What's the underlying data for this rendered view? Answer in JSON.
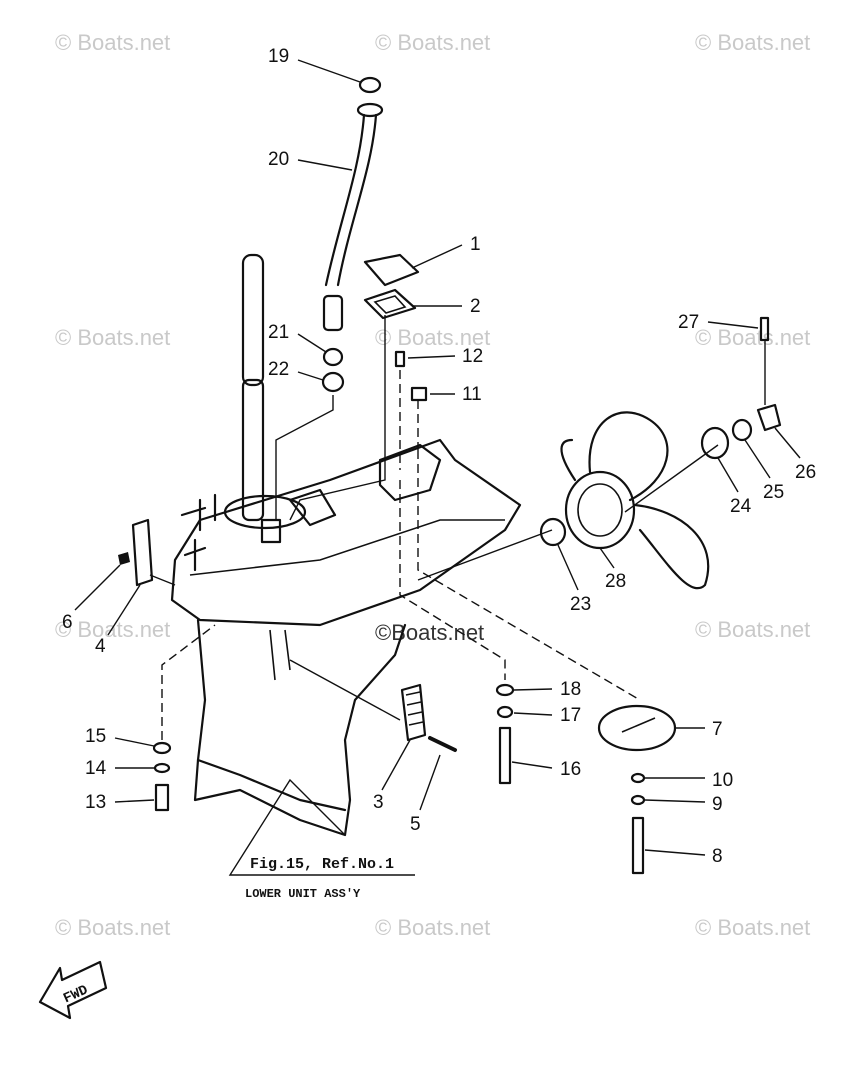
{
  "watermark": "© Boats.net",
  "center_watermark": "©Boats.net",
  "caption": {
    "ref": "Fig.15, Ref.No.1",
    "title": "LOWER UNIT ASS'Y"
  },
  "fwd_label": "FWD",
  "callouts": [
    "1",
    "2",
    "3",
    "4",
    "5",
    "6",
    "7",
    "8",
    "9",
    "10",
    "11",
    "12",
    "13",
    "14",
    "15",
    "16",
    "17",
    "18",
    "19",
    "20",
    "21",
    "22",
    "23",
    "24",
    "25",
    "26",
    "27",
    "28"
  ]
}
